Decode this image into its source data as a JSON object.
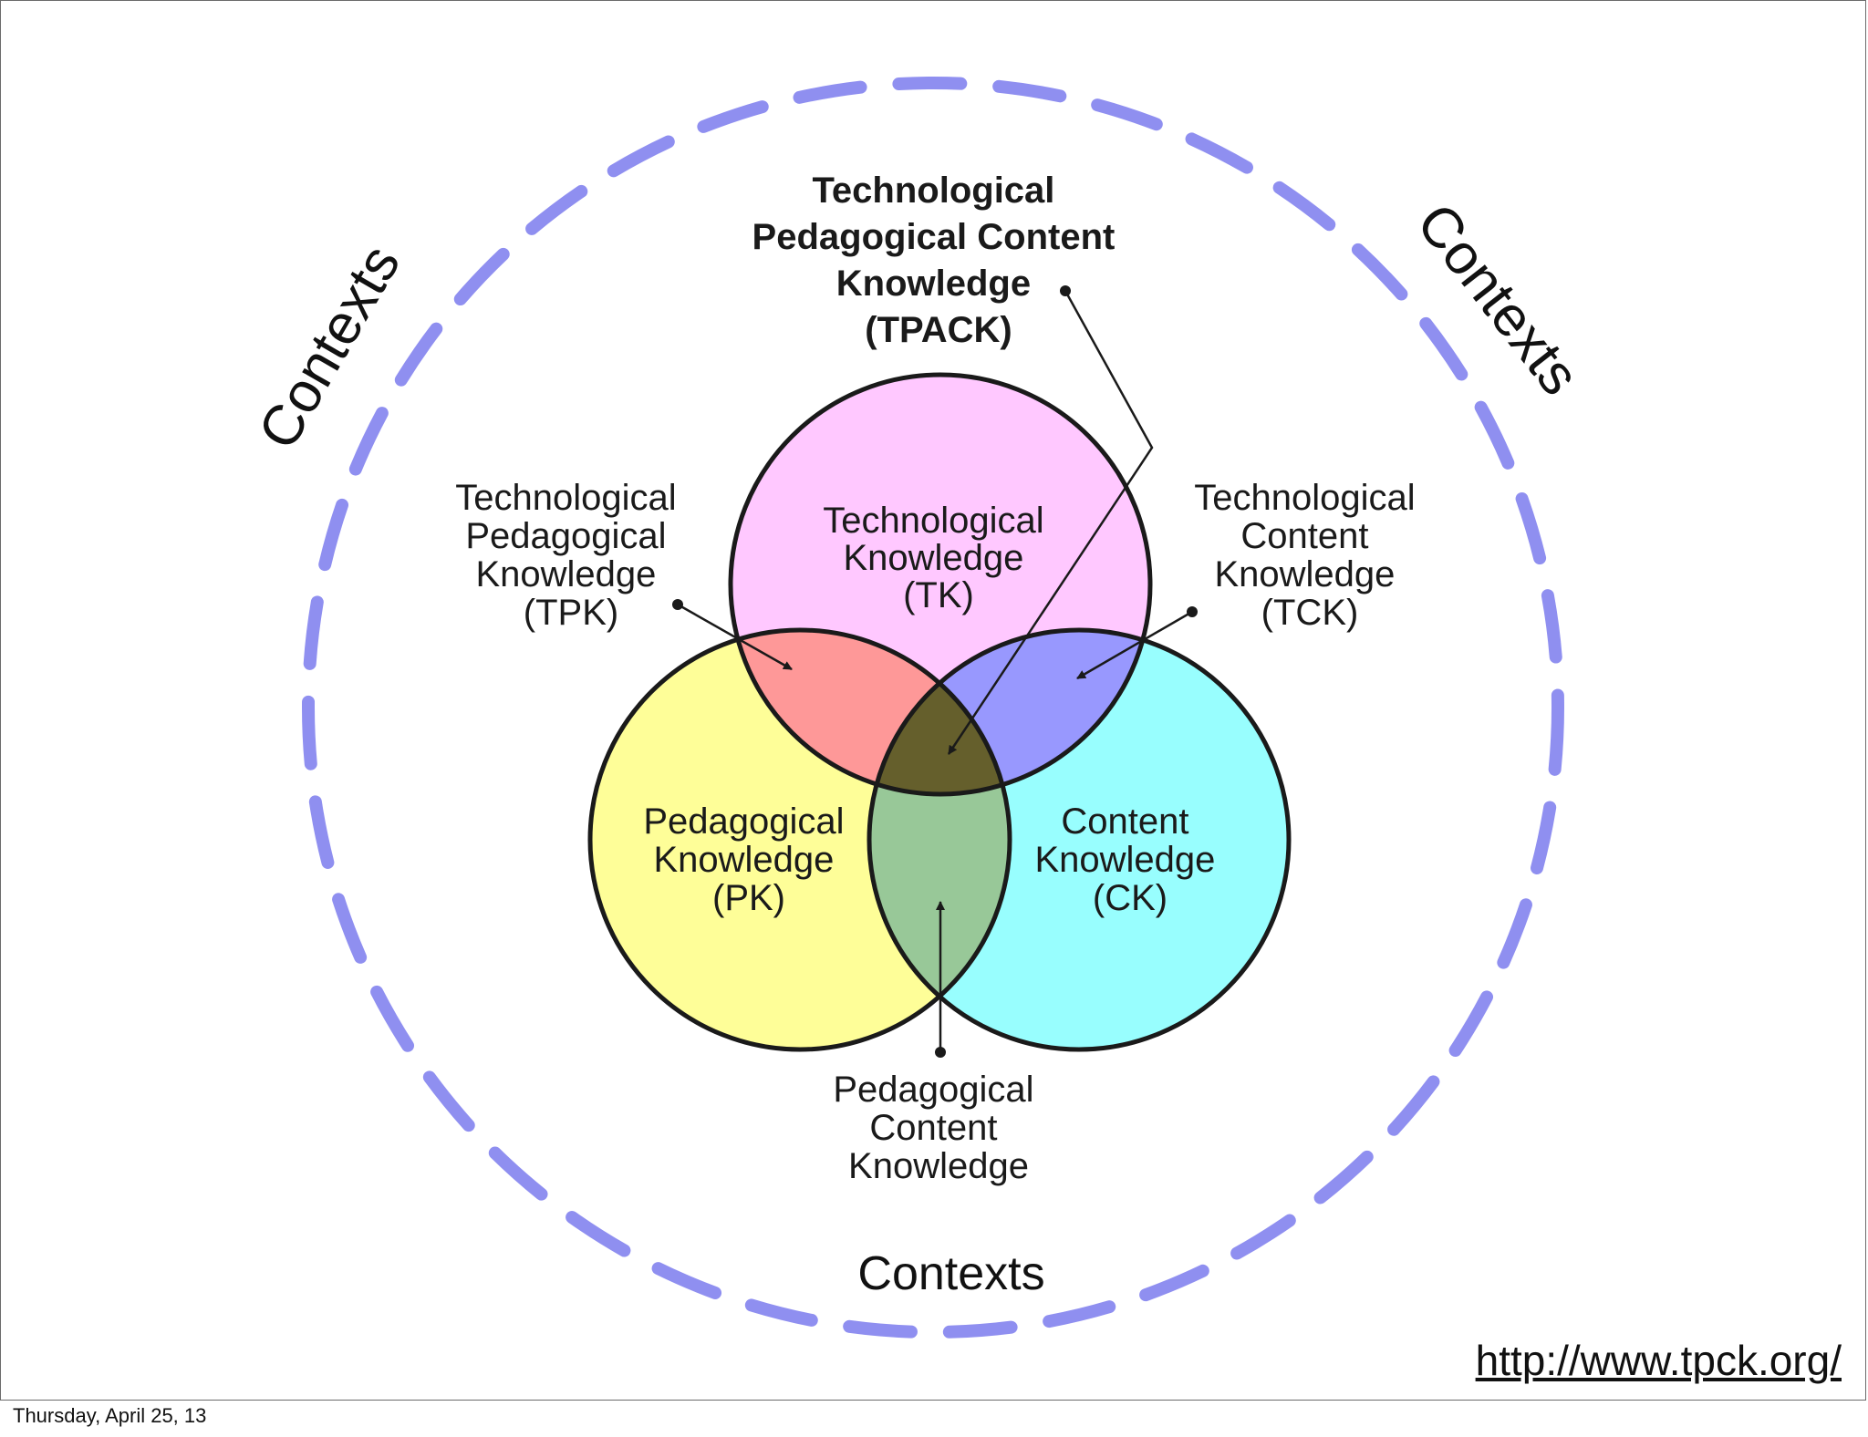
{
  "contexts": {
    "left": "Contexts",
    "right": "Contexts",
    "bottom": "Contexts",
    "ring_color": "#8f8ff0"
  },
  "tpack": {
    "lines": [
      "Technological",
      "Pedagogical Content",
      "Knowledge",
      "(TPACK)"
    ]
  },
  "circles": {
    "tk": {
      "lines": [
        "Technological",
        "Knowledge",
        "(TK)"
      ],
      "color": "#ffc8ff"
    },
    "pk": {
      "lines": [
        "Pedagogical",
        "Knowledge",
        "(PK)"
      ],
      "color": "#fefe98"
    },
    "ck": {
      "lines": [
        "Content",
        "Knowledge",
        "(CK)"
      ],
      "color": "#98fefe"
    }
  },
  "overlaps": {
    "tpk": {
      "lines": [
        "Technological",
        "Pedagogical",
        "Knowledge",
        "(TPK)"
      ],
      "color": "#fe9898"
    },
    "tck": {
      "lines": [
        "Technological",
        "Content",
        "Knowledge",
        "(TCK)"
      ],
      "color": "#9898fe"
    },
    "pck": {
      "lines": [
        "Pedagogical",
        "Content",
        "Knowledge"
      ],
      "color": "#98c898"
    },
    "center_color": "#655f2c"
  },
  "link": "http://www.tpck.org/",
  "footer": "Thursday, April 25, 13"
}
